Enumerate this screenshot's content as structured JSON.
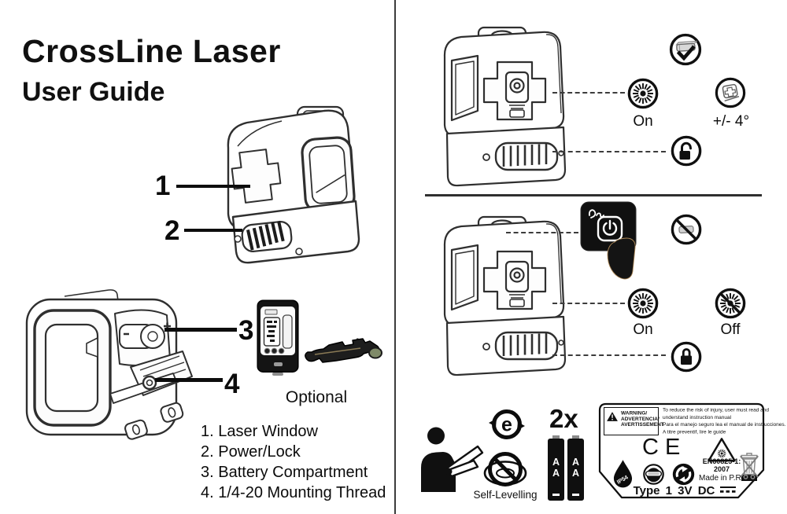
{
  "header": {
    "title": "CrossLine Laser",
    "subtitle": "User Guide"
  },
  "diagram": {
    "callouts": [
      "1",
      "2",
      "3",
      "4"
    ],
    "optional_label": "Optional",
    "parts_list": [
      "1. Laser Window",
      "2. Power/Lock",
      "3. Battery Compartment",
      "4. 1/4-20 Mounting Thread"
    ]
  },
  "modes": {
    "unlocked": {
      "laser_label": "On",
      "accuracy_label": "+/- 4°"
    },
    "locked": {
      "laser_on_label": "On",
      "laser_off_label": "Off"
    }
  },
  "footer": {
    "battery_qty": "2x",
    "battery_type": "AA",
    "self_levelling_label": "Self-Levelling"
  },
  "compliance": {
    "e_mark": "e",
    "label": {
      "warning_lines": [
        "WARNING/",
        "ADVERTENCIA/",
        "AVERTISSEMENT"
      ],
      "notice_lines": [
        "To reduce the risk of injury, user must read and",
        "understand instruction manual",
        "Para el manejo seguro lea el manual de instrucciones.",
        "A titre preventif, lire le guide"
      ],
      "ce_mark": "CE",
      "laser_standard": "EN60825-1:",
      "laser_standard_year": "2007",
      "origin": "Made in P.R.C",
      "ip_rating": "IP54",
      "power_rating": "Type 1 3V DC"
    }
  },
  "icons": {
    "level-ok-icon": "bubble-vial-with-checkmark",
    "laser-on-icon": "laser-burst",
    "tilt-range-icon": "tilted-device",
    "unlock-icon": "open-padlock",
    "lock-icon": "closed-padlock",
    "power-press-icon": "finger-pressing-power-button",
    "no-self-level-icon": "crossed-bubble-vial",
    "laser-off-icon": "crossed-laser-burst",
    "read-manual-icon": "person-reading-manual",
    "efup-icon": "china-rohs-e-logo",
    "self-levelling-crossed-icon": "crossed-pendulum",
    "battery-icon": "aa-battery",
    "warning-triangle-icon": "exclamation-triangle",
    "laser-warning-icon": "laser-triangle",
    "weee-icon": "crossed-wheelie-bin",
    "ip54-drop-icon": "water-drop",
    "goggles-icon": "eye-protection-face",
    "green-dot-icon": "recycle-arrows",
    "dc-symbol-icon": "solid-over-dashed-line"
  }
}
